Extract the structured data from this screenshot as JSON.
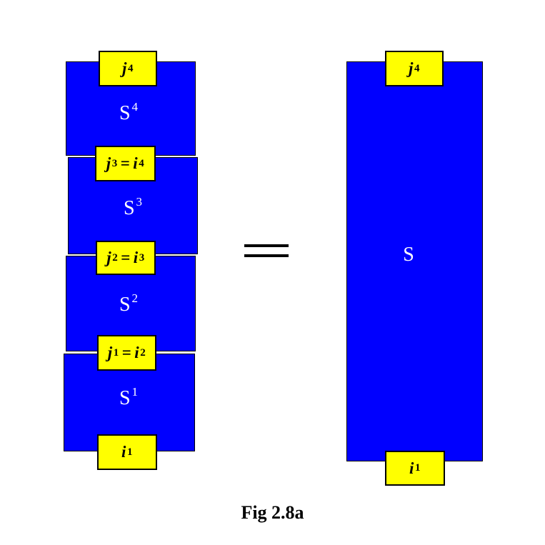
{
  "colors": {
    "block": "#0000ff",
    "port": "#ffff00",
    "outline": "#000000",
    "text": "#ffffff"
  },
  "left_stack": {
    "blocks": [
      {
        "name": "S",
        "sup": "4"
      },
      {
        "name": "S",
        "sup": "3"
      },
      {
        "name": "S",
        "sup": "2"
      },
      {
        "name": "S",
        "sup": "1"
      }
    ],
    "ports": [
      {
        "a": "j",
        "a_sub": "4"
      },
      {
        "a": "j",
        "a_sub": "3",
        "eq": "=",
        "b": "i",
        "b_sub": "4"
      },
      {
        "a": "j",
        "a_sub": "2",
        "eq": "=",
        "b": "i",
        "b_sub": "3"
      },
      {
        "a": "j",
        "a_sub": "1",
        "eq": "=",
        "b": "i",
        "b_sub": "2"
      },
      {
        "a": "i",
        "a_sub": "1"
      }
    ]
  },
  "equals_symbol": "=",
  "right_block": {
    "name": "S",
    "top_port": {
      "a": "j",
      "a_sub": "4"
    },
    "bottom_port": {
      "a": "i",
      "a_sub": "1"
    }
  },
  "caption": "Fig 2.8a"
}
